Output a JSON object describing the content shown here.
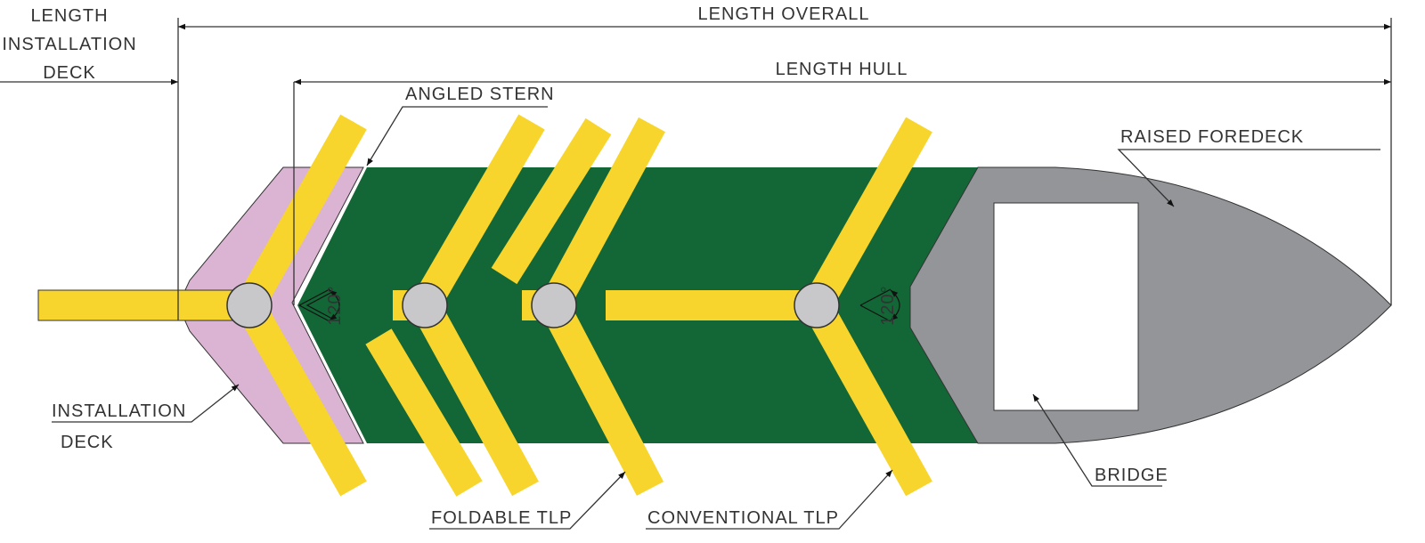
{
  "dimensions": {
    "length_overall": "LENGTH OVERALL",
    "length_hull": "LENGTH HULL",
    "length_installation_deck": [
      "LENGTH",
      "INSTALLATION",
      "DECK"
    ]
  },
  "labels": {
    "angled_stern": "ANGLED STERN",
    "raised_foredeck": "RAISED FOREDECK",
    "bridge": "BRIDGE",
    "installation_deck": [
      "INSTALLATION",
      "DECK"
    ],
    "foldable_tlp": "FOLDABLE TLP",
    "conventional_tlp": "CONVENTIONAL TLP"
  },
  "angles": {
    "stern": "120°",
    "bow": "120°"
  },
  "colors": {
    "hull": "#136635",
    "installation_deck": "#dbb4d3",
    "foredeck": "#939598",
    "tlp": "#f7d52d",
    "hub": "#c8c8ca"
  }
}
